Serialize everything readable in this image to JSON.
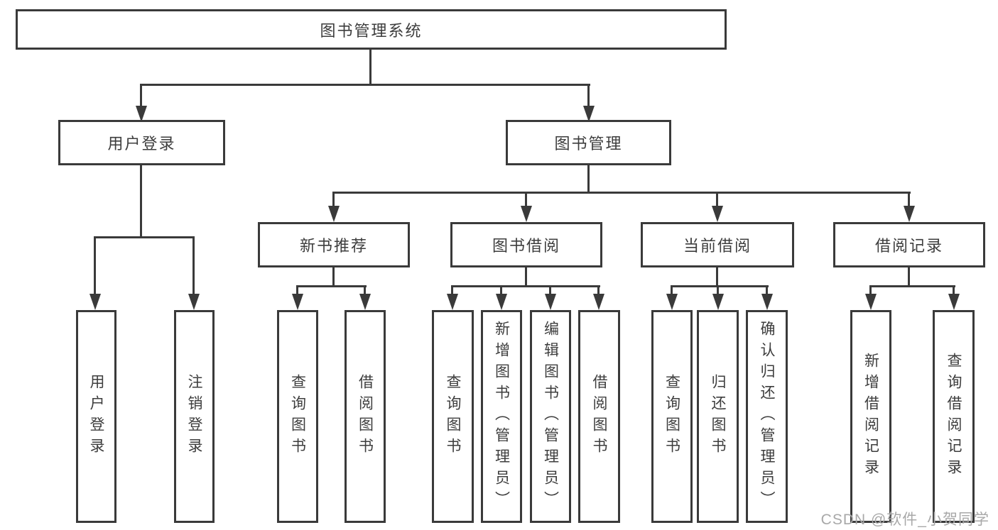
{
  "diagram_type": "tree",
  "tree": {
    "root": {
      "label": "图书管理系统",
      "children": [
        {
          "label": "用户登录",
          "children": [
            {
              "label": "用户登录"
            },
            {
              "label": "注销登录"
            }
          ]
        },
        {
          "label": "图书管理",
          "children": [
            {
              "label": "新书推荐",
              "children": [
                {
                  "label": "查询图书"
                },
                {
                  "label": "借阅图书"
                }
              ]
            },
            {
              "label": "图书借阅",
              "children": [
                {
                  "label": "查询图书"
                },
                {
                  "label": "新增图书（管理员）"
                },
                {
                  "label": "编辑图书（管理员）"
                },
                {
                  "label": "借阅图书"
                }
              ]
            },
            {
              "label": "当前借阅",
              "children": [
                {
                  "label": "查询图书"
                },
                {
                  "label": "归还图书"
                },
                {
                  "label": "确认归还（管理员）"
                }
              ]
            },
            {
              "label": "借阅记录",
              "children": [
                {
                  "label": "新增借阅记录"
                },
                {
                  "label": "查询借阅记录"
                }
              ]
            }
          ]
        }
      ]
    }
  },
  "watermark": {
    "text": "CSDN @软件_小贺同学"
  },
  "colors": {
    "line": "#3a3a3a",
    "box_background": "#ffffff",
    "text": "#3d3d3d",
    "watermark": "#a8a8a8",
    "page_background": "#ffffff"
  }
}
